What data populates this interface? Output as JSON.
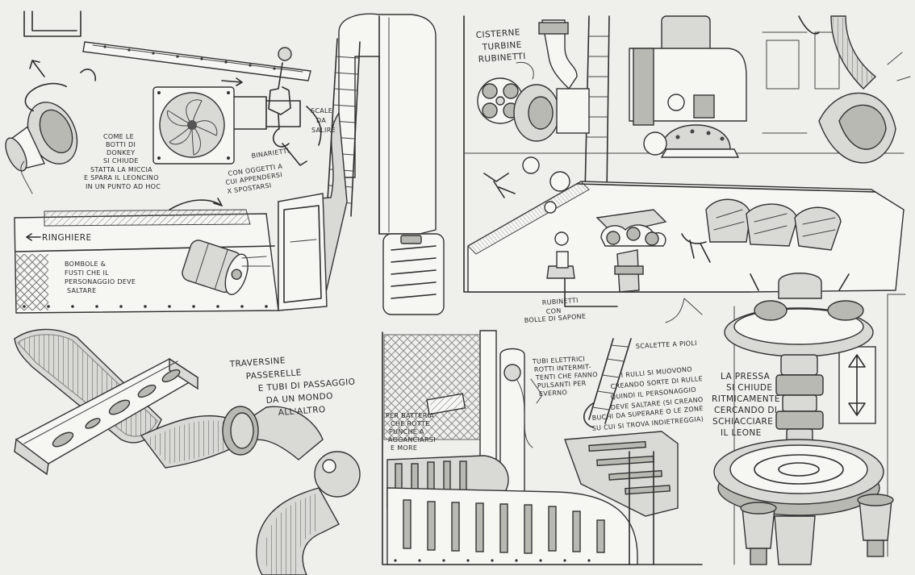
{
  "notes": {
    "botti": [
      "COME LE",
      "BOTTI DI",
      "DONKEY",
      "SI CHIUDE",
      "STATTA LA MICCIA",
      "E SPARA IL LEONCINO",
      "IN UN PUNTO AD HOC"
    ],
    "binari": [
      "BINARIETTI",
      "CON OGGETTI A",
      "CUI APPENDERSI",
      "X SPOSTARSI"
    ],
    "scale": [
      "SCALE",
      "DA",
      "SALIRE"
    ],
    "ringhiere": "RINGHIERE",
    "bombole": [
      "BOMBOLE &",
      "FUSTI CHE IL",
      "PERSONAGGIO DEVE",
      "SALTARE"
    ],
    "cisterne": [
      "CISTERNE",
      "TURBINE",
      "RUBINETTI"
    ],
    "rubinetti": [
      "RUBINETTI",
      "CON",
      "BOLLE DI SAPONE"
    ],
    "traversine": [
      "TRAVERSINE",
      "PASSERELLE",
      "E TUBI DI PASSAGGIO",
      "DA UN MONDO",
      "ALL'ALTRO"
    ],
    "tubi_elettrici": [
      "TUBI ELETTRICI",
      "ROTTI INTERMIT-",
      "TENTI CHE FANNO",
      "PULSANTI PER",
      "EVERNO"
    ],
    "scatola": [
      "PER BATTERIA",
      "CHE ROTTE",
      "PUNCHE A",
      "AGGANCIARSI",
      "E MORE"
    ],
    "scalette": "SCALETTE A PIOLI",
    "rulli": [
      "I RULLI SI MUOVONO",
      "CREANDO SORTE DI RULLE",
      "QUINDI IL PERSONAGGIO",
      "DEVE SALTARE (SI CREANO",
      "BUCHI DA SUPERARE O LE ZONE",
      "SU CUI SI TROVA INDIETREGGIA)"
    ],
    "pressa": [
      "LA PRESSA",
      "SI CHIUDE",
      "RITMICAMENTE",
      "CERCANDO DI",
      "SCHIACCIARE",
      "IL LEONE"
    ]
  },
  "colors": {
    "paper": "#efefeb",
    "ink": "#2e2e2e",
    "shade": "#b9b9b4"
  }
}
